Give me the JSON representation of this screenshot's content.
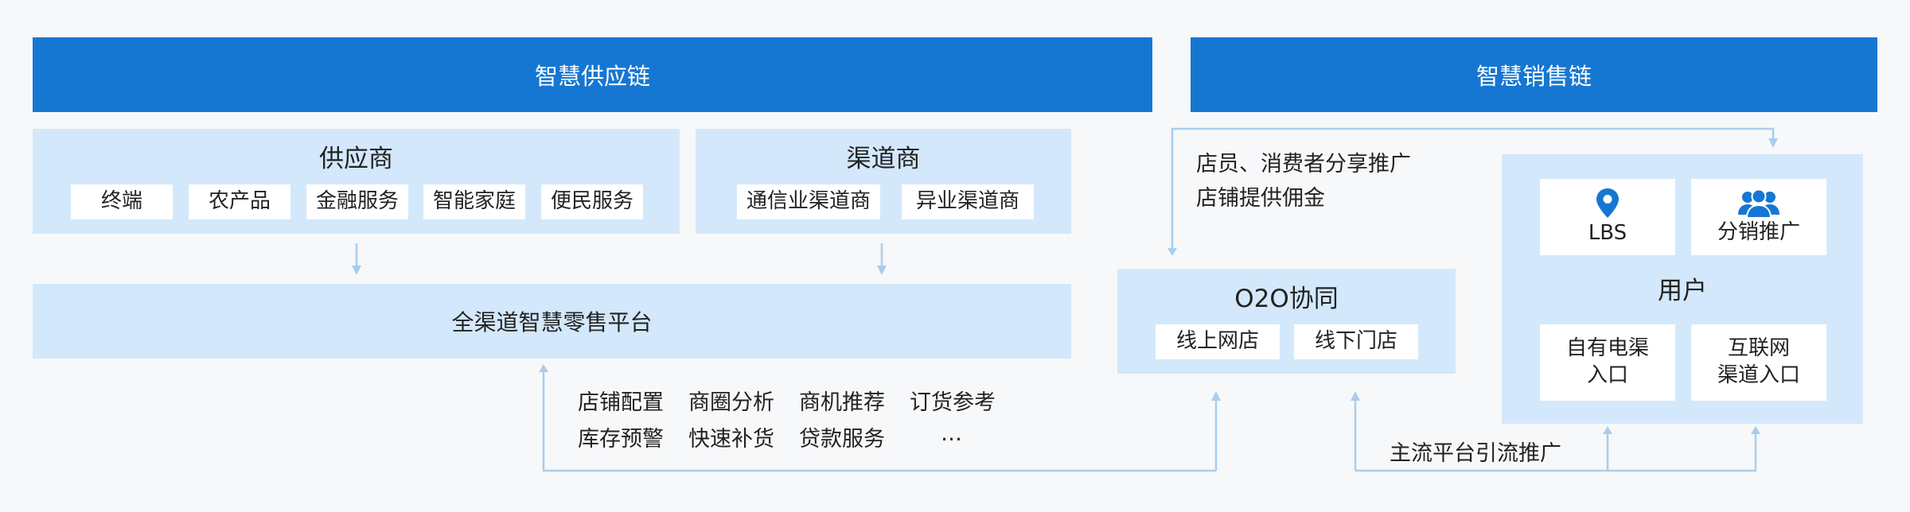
{
  "supply_chain": {
    "title": "智慧供应链",
    "supplier": {
      "title": "供应商",
      "items": [
        "终端",
        "农产品",
        "金融服务",
        "智能家庭",
        "便民服务"
      ]
    },
    "channel": {
      "title": "渠道商",
      "items": [
        "通信业渠道商",
        "异业渠道商"
      ]
    },
    "platform": "全渠道智慧零售平台",
    "services": [
      [
        "店铺配置",
        "商圈分析",
        "商机推荐",
        "订货参考"
      ],
      [
        "库存预警",
        "快速补货",
        "贷款服务",
        "…"
      ]
    ]
  },
  "sales_chain": {
    "title": "智慧销售链",
    "share_text": [
      "店员、消费者分享推广",
      "店铺提供佣金"
    ],
    "o2o": {
      "title": "O2O协同",
      "items": [
        "线上网店",
        "线下门店"
      ]
    },
    "user": {
      "title": "用户",
      "lbs": "LBS",
      "distribution": "分销推广",
      "own_channel": [
        "自有电渠",
        "入口"
      ],
      "internet_channel": [
        "互联网",
        "渠道入口"
      ]
    },
    "traffic_text": "主流平台引流推广"
  },
  "colors": {
    "header": "#1677d2",
    "panel": "#d3e8fb",
    "connector": "#a9cdee",
    "icon": "#1677d2"
  },
  "icons": [
    "location-pin-icon",
    "users-group-icon"
  ]
}
